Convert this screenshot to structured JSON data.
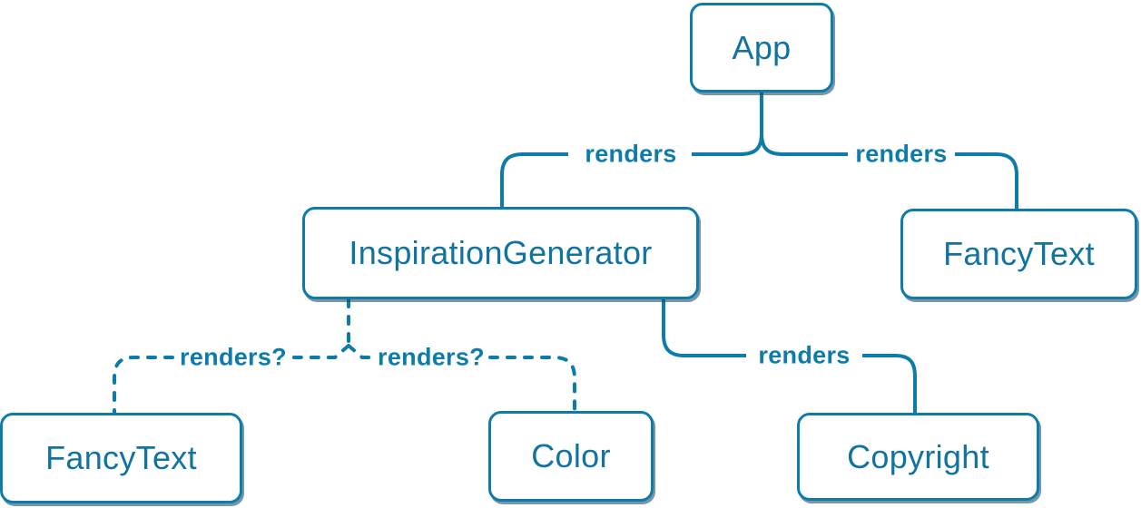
{
  "diagram": {
    "type": "component-render-tree",
    "colors": {
      "background": "#ffffff",
      "accent_stroke": "#0d7cab",
      "node_text": "#11739f",
      "node_background": "#ffffff",
      "node_shadow": "rgba(30,80,110,0.6)"
    },
    "nodes": [
      {
        "id": "app",
        "label": "App"
      },
      {
        "id": "inspiration-generator",
        "label": "InspirationGenerator"
      },
      {
        "id": "fancy-text-top",
        "label": "FancyText"
      },
      {
        "id": "fancy-text-bottom",
        "label": "FancyText"
      },
      {
        "id": "color",
        "label": "Color"
      },
      {
        "id": "copyright",
        "label": "Copyright"
      }
    ],
    "edges": [
      {
        "from": "App",
        "to": "InspirationGenerator",
        "label": "renders",
        "style": "solid"
      },
      {
        "from": "App",
        "to": "FancyText",
        "label": "renders",
        "style": "solid"
      },
      {
        "from": "InspirationGenerator",
        "to": "FancyText",
        "label": "renders?",
        "style": "dashed"
      },
      {
        "from": "InspirationGenerator",
        "to": "Color",
        "label": "renders?",
        "style": "dashed"
      },
      {
        "from": "InspirationGenerator",
        "to": "Copyright",
        "label": "renders",
        "style": "solid"
      }
    ]
  }
}
